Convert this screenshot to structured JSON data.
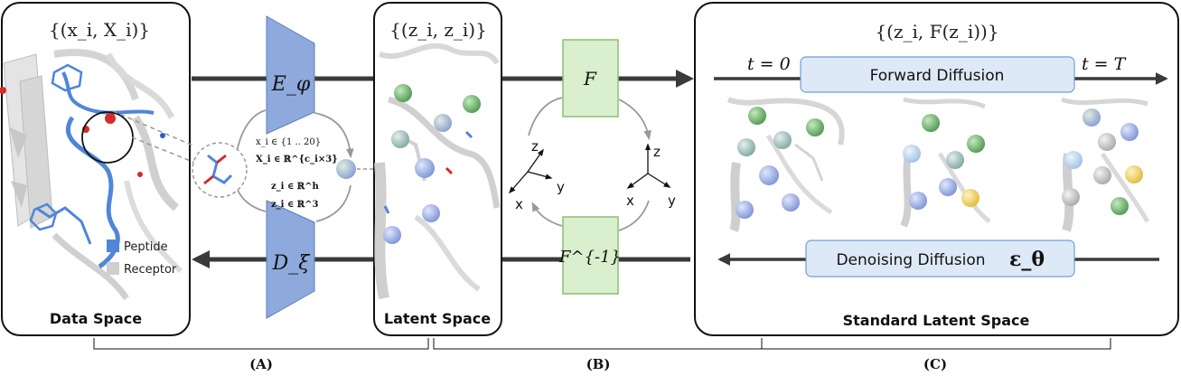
{
  "data_space": {
    "set_label": "{(x_i, X_i)}",
    "title": "Data Space",
    "legend": [
      {
        "label": "Peptide",
        "color": "#4f86d8"
      },
      {
        "label": "Receptor",
        "color": "#cfcfcf"
      }
    ]
  },
  "encoder": {
    "label": "E_φ",
    "color": "#8ea9dc"
  },
  "decoder": {
    "label": "D_ξ",
    "color": "#8ea9dc"
  },
  "cycle_a": {
    "line1": "x_i ∈ {1 .. 20}",
    "line2": "X_i ∈ ℝ^{c_i×3}",
    "line3": "z_i ∈ ℝ^h",
    "line4": "z_i ∈ ℝ^3"
  },
  "latent_space": {
    "set_label": "{(z_i, z_i)}",
    "title": "Latent Space"
  },
  "flow": {
    "forward_label": "F",
    "inverse_label": "F^{-1}",
    "color": "#d9efcd",
    "left_axes": [
      "z",
      "x",
      "y"
    ],
    "right_axes": [
      "z",
      "x",
      "y"
    ]
  },
  "standard_latent": {
    "set_label": "{(z_i, F(z_i))}",
    "title": "Standard Latent Space",
    "t_start": "t = 0",
    "t_end": "t = T",
    "forward_diffusion": "Forward Diffusion",
    "denoising_diffusion": "Denoising Diffusion",
    "eps": "ε_θ"
  },
  "brackets": [
    "(A)",
    "(B)",
    "(C)"
  ],
  "colors": {
    "bead_green": "#5fa85f",
    "bead_teal": "#8fb5b0",
    "bead_blue": "#8fa6e0",
    "bead_gray": "#c8c8c8",
    "bead_yellow": "#f2d56b",
    "diffusion_box": "#dde9f7",
    "arrow": "#3a3a3a"
  }
}
